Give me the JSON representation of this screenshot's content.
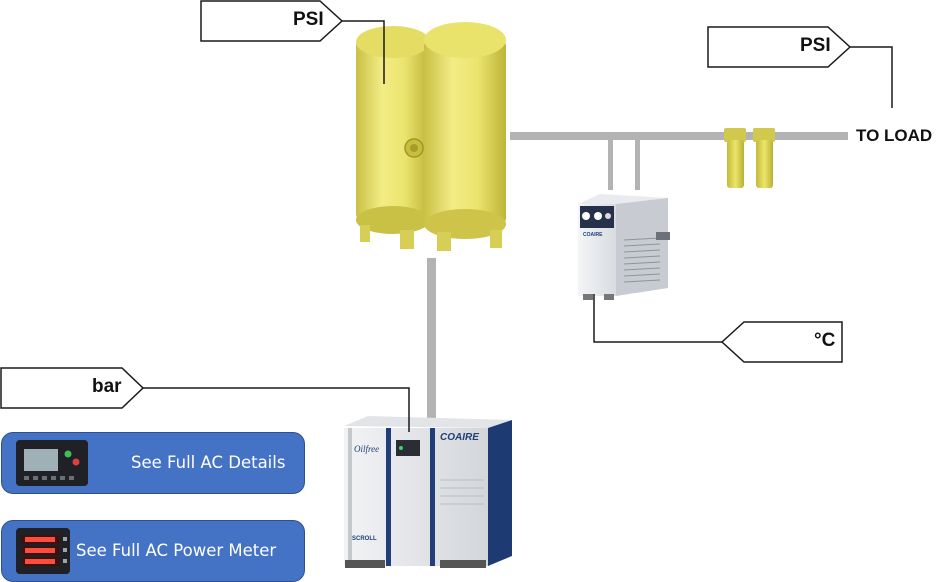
{
  "tags": {
    "tank_pressure_unit": "PSI",
    "load_pressure_unit": "PSI",
    "dryer_temperature_unit": "°C",
    "compressor_pressure_unit": "bar"
  },
  "labels": {
    "to_load": "TO LOAD"
  },
  "compressor": {
    "brand": "COAIRE",
    "model_text": "Oilfree",
    "scroll_text": "SCROLL"
  },
  "dryer": {
    "brand_text": "COAIRE"
  },
  "buttons": {
    "ac_details": "See Full AC Details",
    "ac_power_meter": "See Full AC Power Meter"
  },
  "colors": {
    "tank_yellow": "#ede56f",
    "pipe_gray": "#b3b3b3",
    "button_blue": "#4472c4",
    "compressor_blue": "#203e78"
  }
}
